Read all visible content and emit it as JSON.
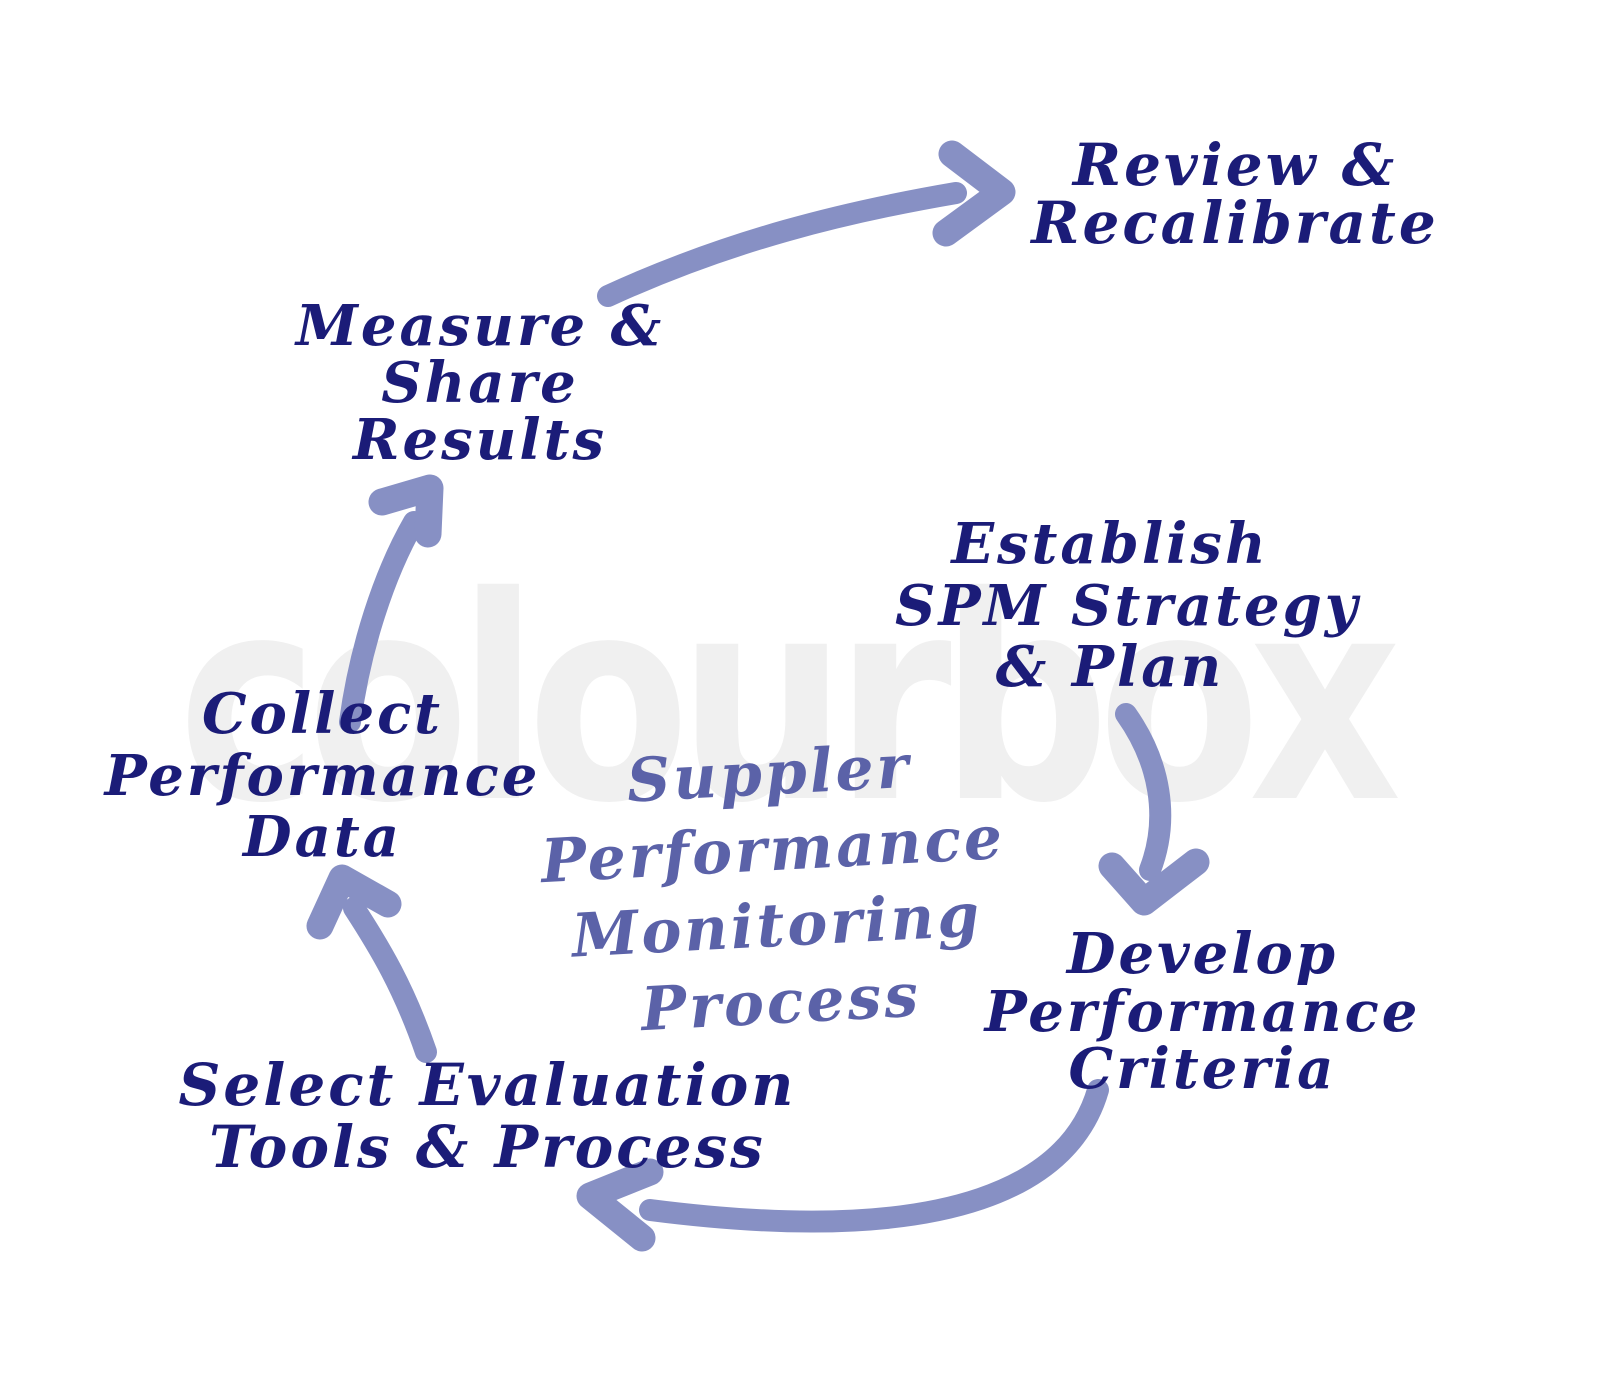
{
  "title": {
    "lines": [
      "Suppler",
      "Performance",
      "Monitoring",
      "Process"
    ]
  },
  "stages": {
    "review": {
      "lines": [
        "Review &",
        "Recalibrate"
      ]
    },
    "measure": {
      "lines": [
        "Measure &",
        "Share",
        "Results"
      ]
    },
    "establish": {
      "lines": [
        "Establish",
        "SPM Strategy",
        "& Plan"
      ]
    },
    "collect": {
      "lines": [
        "Collect",
        "Performance",
        "Data"
      ]
    },
    "develop": {
      "lines": [
        "Develop",
        "Performance",
        "Criteria"
      ]
    },
    "select": {
      "lines": [
        "Select Evaluation",
        "Tools & Process"
      ]
    }
  },
  "watermark": "colourbox",
  "icons": {
    "arrow_measure_to_review": "curved-arrow-right",
    "arrow_establish_to_develop": "curved-arrow-down",
    "arrow_develop_to_select": "curved-arrow-left",
    "arrow_select_to_collect": "curved-arrow-up",
    "arrow_collect_to_measure": "curved-arrow-up-right"
  },
  "colors": {
    "background": "#ffffff",
    "label_text": "#1b1c78",
    "title_text": "#5b62a8",
    "arrow": "#8790c4",
    "watermark": "#f0f0f0"
  }
}
